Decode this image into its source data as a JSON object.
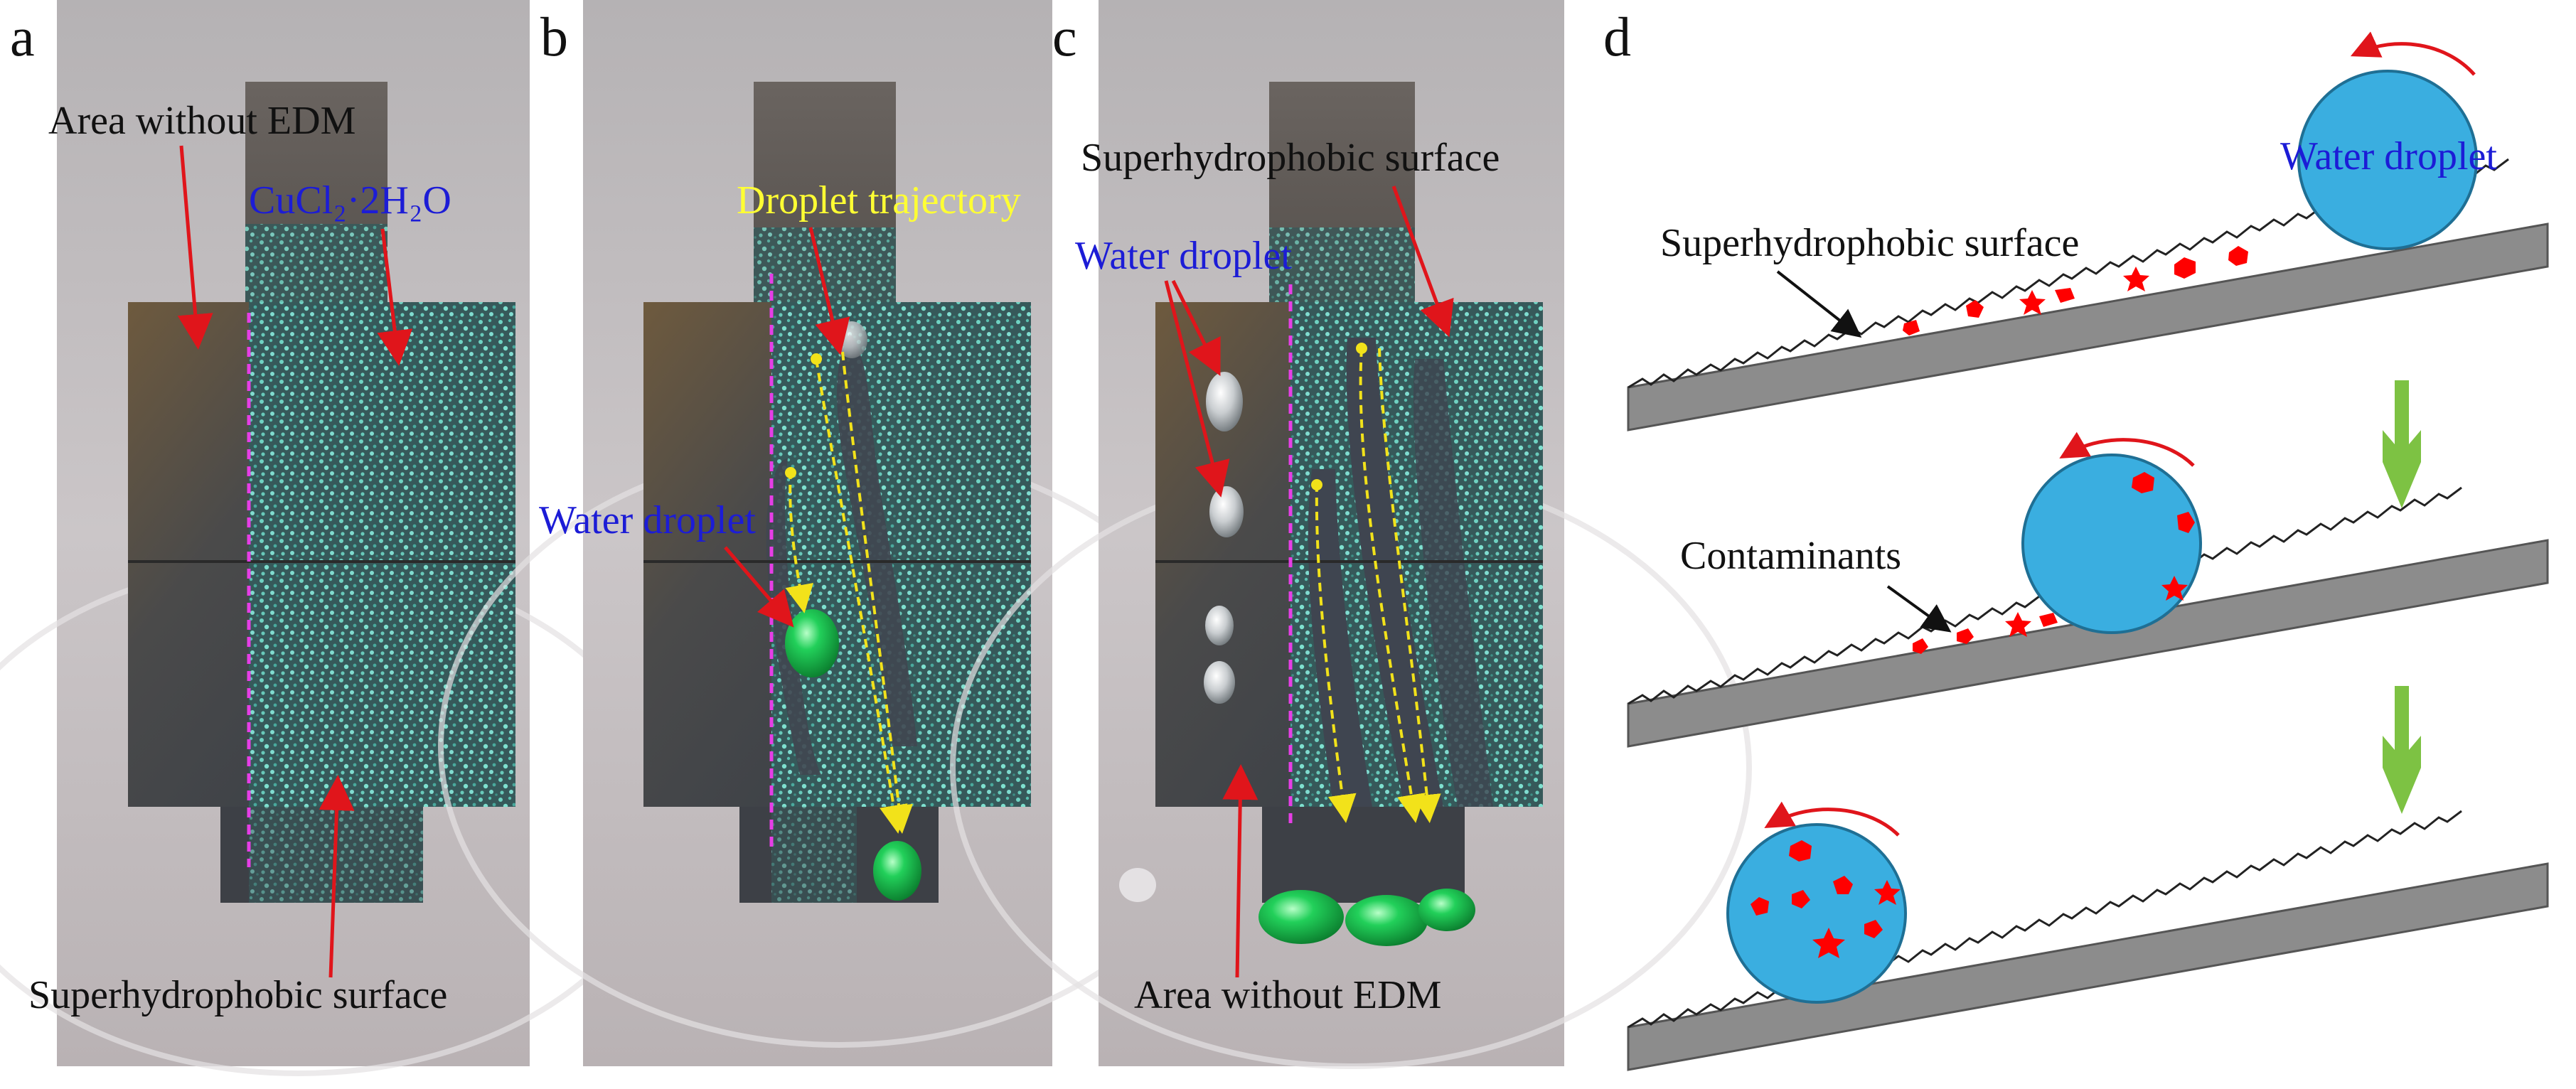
{
  "figure": {
    "panels": {
      "a": {
        "letter": "a",
        "labels": {
          "area_without_edm": "Area without EDM",
          "salt": "CuCl₂·2H₂O",
          "surface": "Superhydrophobic surface"
        }
      },
      "b": {
        "letter": "b",
        "labels": {
          "trajectory": "Droplet trajectory",
          "droplet": "Water droplet"
        }
      },
      "c": {
        "letter": "c",
        "labels": {
          "surface": "Superhydrophobic surface",
          "droplet": "Water droplet",
          "area_without_edm": "Area without EDM"
        }
      },
      "d": {
        "letter": "d",
        "labels": {
          "droplet": "Water droplet",
          "surface": "Superhydrophobic surface",
          "contaminants": "Contaminants"
        }
      }
    },
    "colors": {
      "annotation_arrow": "#e0151b",
      "blue_text": "#1c1cd6",
      "yellow_text": "#ffff33",
      "trajectory": "#f2e21a",
      "boundary_dashed": "#e63ee6",
      "droplet_fill": "#3aaee0",
      "contaminant": "#ff0000",
      "surface_fill": "#8c8c8c",
      "down_arrow": "#7dc243",
      "coating": "#5cc9b8",
      "green_droplet": "#22d05a"
    }
  }
}
